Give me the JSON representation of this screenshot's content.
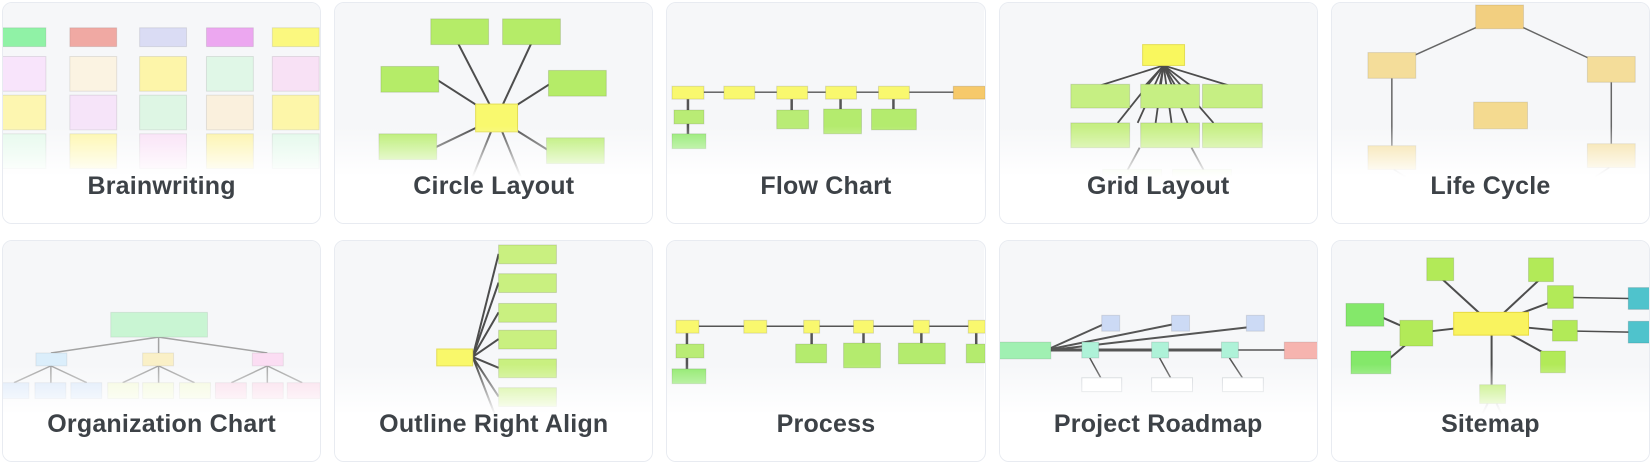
{
  "page": {
    "background": "#ffffff",
    "description_title": "Template gallery"
  },
  "palette": {
    "card_border": "#e8ebf1",
    "thumb_background": "#f6f7f9",
    "label_text": "#3d4247",
    "node_yellow": "#f9f86e",
    "node_lime": "#b6ec72",
    "node_green_bright": "#8fe96b",
    "node_grid_green": "#c6ef83",
    "node_orange": "#f6c96a",
    "node_tan": "#f4dd9a",
    "node_teal": "#4fc3cc",
    "node_mint": "#aef2d8",
    "node_lavender": "#ccdaf5",
    "node_salmon": "#f6b4af",
    "node_roadmap_green": "#a0f0b2",
    "org_root_green": "#c9f5d3",
    "org_blue": "#dbeefb",
    "org_yellow": "#faf0c7",
    "org_pink": "#fbddf3",
    "edge_dark": "#4d4d4d",
    "edge_light": "#a3a3a3"
  },
  "cards": [
    {
      "id": "brainwriting",
      "label": "Brainwriting"
    },
    {
      "id": "circle-layout",
      "label": "Circle Layout"
    },
    {
      "id": "flow-chart",
      "label": "Flow Chart"
    },
    {
      "id": "grid-layout",
      "label": "Grid Layout"
    },
    {
      "id": "life-cycle",
      "label": "Life Cycle"
    },
    {
      "id": "organization-chart",
      "label": "Organization Chart"
    },
    {
      "id": "outline-right-align",
      "label": "Outline Right Align"
    },
    {
      "id": "process",
      "label": "Process"
    },
    {
      "id": "project-roadmap",
      "label": "Project Roadmap"
    },
    {
      "id": "sitemap",
      "label": "Sitemap"
    }
  ]
}
